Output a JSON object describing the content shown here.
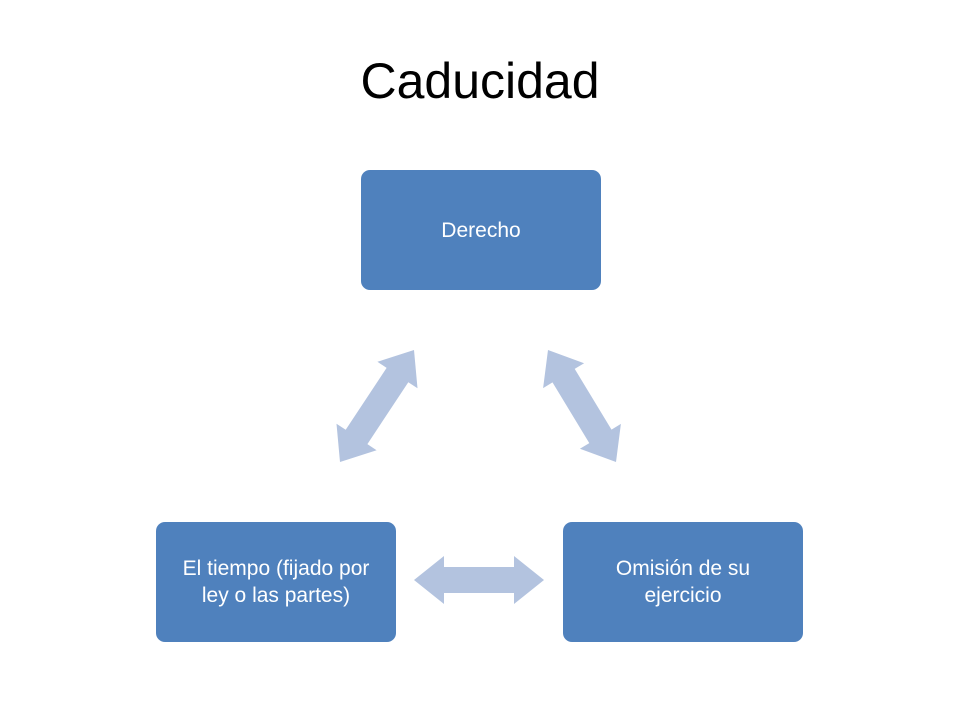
{
  "slide": {
    "title": "Caducidad"
  },
  "diagram": {
    "nodes": [
      {
        "id": "top",
        "label": "Derecho"
      },
      {
        "id": "right",
        "label": "Omisión de su ejercicio"
      },
      {
        "id": "left",
        "label": "El tiempo (fijado por ley o las partes)"
      }
    ],
    "connectors": [
      {
        "from": "top",
        "to": "right",
        "type": "double-arrow"
      },
      {
        "from": "right",
        "to": "left",
        "type": "double-arrow"
      },
      {
        "from": "left",
        "to": "top",
        "type": "double-arrow"
      }
    ]
  },
  "colors": {
    "node_fill": "#4f81bd",
    "node_text": "#ffffff",
    "arrow_fill": "#b3c3df",
    "title_text": "#000000"
  }
}
